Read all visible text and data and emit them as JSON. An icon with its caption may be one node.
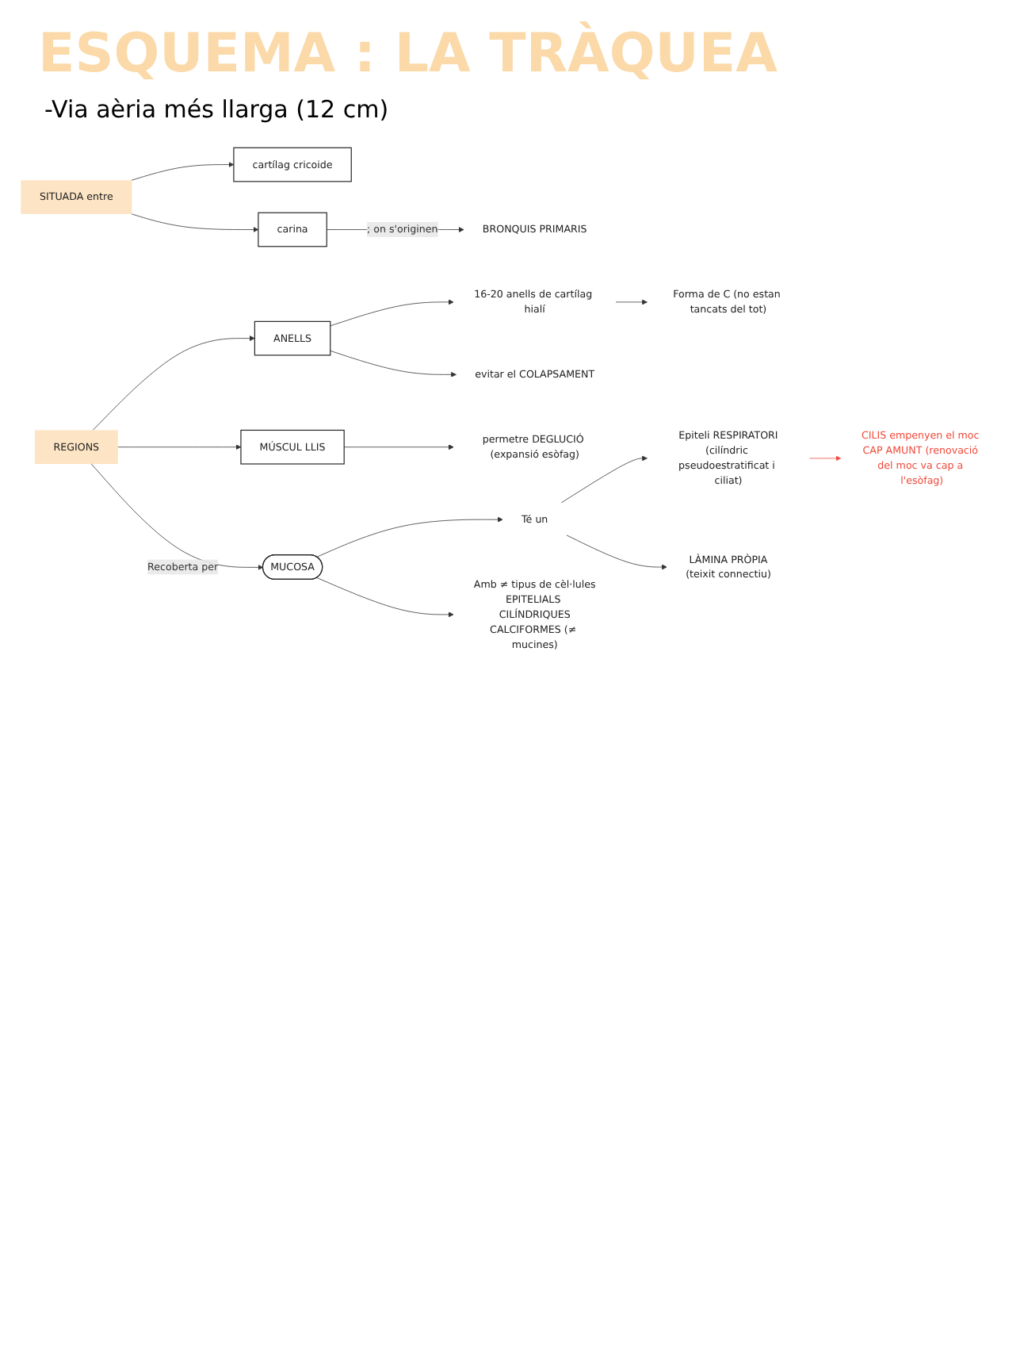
{
  "diagram": {
    "title": "ESQUEMA : LA TRÀQUEA",
    "nodes": [
      {
        "text": [
          "SITUADA entre"
        ]
      },
      {
        "text": [
          "cartílag cricoide"
        ]
      },
      {
        "text": [
          "carina"
        ]
      },
      {
        "text": [
          "BRONQUIS PRIMARIS"
        ]
      },
      {
        "text": [
          "REGIONS"
        ]
      },
      {
        "text": [
          "ANELLS"
        ]
      },
      {
        "text": [
          "MÚSCUL LLIS"
        ]
      },
      {
        "text": [
          "16-20 anells de cartílag hialí"
        ]
      },
      {
        "text": [
          "evitar el COLAPSAMENT"
        ]
      },
      {
        "text": [
          "Forma de C (no estan tancats del tot)"
        ]
      },
      {
        "text": [
          "permetre DEGLUCIÓ (expansió esòfag)"
        ]
      },
      {
        "text": [
          "MUCOSA"
        ]
      },
      {
        "text": [
          "Té un"
        ]
      },
      {
        "text": [
          "Epiteli RESPIRATORI",
          "(cilíndric pseudoestratificat i ciliat)"
        ]
      },
      {
        "text": [
          "LÀMINA PRÒPIA",
          "(teixit connectiu)"
        ]
      },
      {
        "text": [
          "Amb ≠ tipus de cèl·lules",
          "EPITELIALS CILÍNDRIQUES",
          "CALCIFORMES (≠ mucines)"
        ]
      },
      {
        "text": [
          "CILIS empenyen el moc CAP AMUNT (renovació del moc va cap a l'esòfag)"
        ]
      }
    ],
    "edges": [
      {
        "from": 0,
        "to": 1,
        "arrow": "to"
      },
      {
        "from": 0,
        "to": 2,
        "arrow": "to"
      },
      {
        "from": 2,
        "to": 3,
        "arrow": "to",
        "label": "; on s'originen"
      },
      {
        "from": 4,
        "to": 5,
        "arrow": "to"
      },
      {
        "from": 4,
        "to": 6,
        "arrow": "to"
      },
      {
        "from": 5,
        "to": 7,
        "arrow": "to"
      },
      {
        "from": 5,
        "to": 8,
        "arrow": "to"
      },
      {
        "from": 7,
        "to": 9,
        "arrow": "to"
      },
      {
        "from": 6,
        "to": 10,
        "arrow": "to"
      },
      {
        "from": 4,
        "to": 11,
        "arrow": "to",
        "label": "Recoberta per"
      },
      {
        "from": 11,
        "to": 12,
        "arrow": "to"
      },
      {
        "from": 12,
        "to": 13,
        "arrow": "to"
      },
      {
        "from": 12,
        "to": 14,
        "arrow": "to"
      },
      {
        "from": 11,
        "to": 15,
        "arrow": "to"
      },
      {
        "from": 13,
        "to": 16,
        "arrow": "to",
        "color": "#f04a3a"
      }
    ],
    "labels": [
      "-Via aèria més llarga (12 cm)"
    ]
  }
}
